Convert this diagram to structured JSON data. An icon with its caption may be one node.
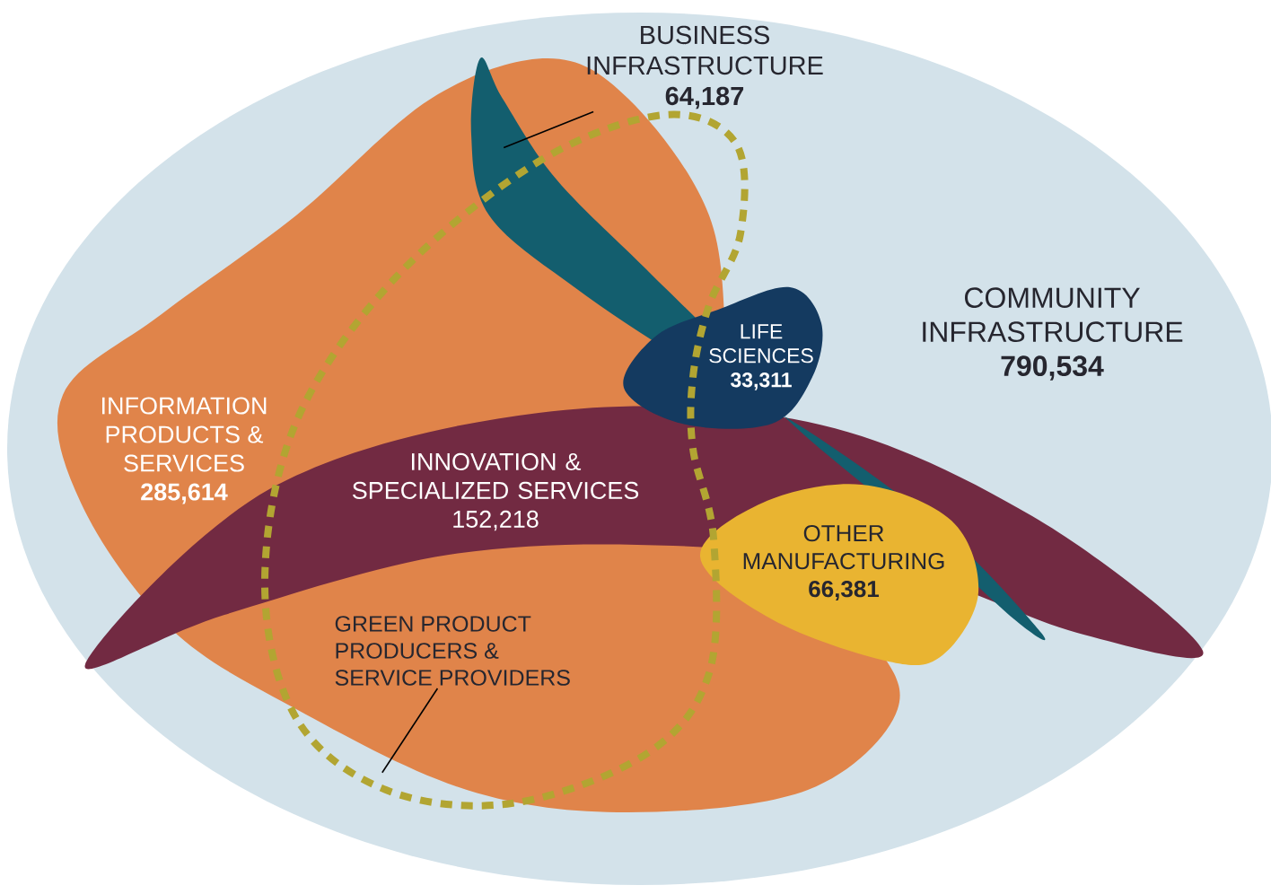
{
  "diagram": {
    "nodes": [
      {
        "text": [
          "COMMUNITY INFRASTRUCTURE",
          "790,534"
        ]
      },
      {
        "text": [
          "INFORMATION PRODUCTS & SERVICES",
          "285,614"
        ],
        "in": 0
      },
      {
        "text": [
          "BUSINESS INFRASTRUCTURE",
          "64,187"
        ],
        "in": 0
      },
      {
        "text": [],
        "shape": "band",
        "in": 0
      },
      {
        "text": [],
        "shape": "circle",
        "in": 1
      },
      {
        "text": [
          "GREEN PRODUCT PRODUCERS & SERVICE PROVIDERS"
        ],
        "in": 4
      },
      {
        "text": [
          "INNOVATION & SPECIALIZED SERVICES",
          "152,218"
        ],
        "in": 0
      },
      {
        "text": [
          "LIFE SCIENCES",
          "33,311"
        ]
      },
      {
        "text": [
          "OTHER MANUFACTURING",
          "66,381"
        ],
        "in": 0
      }
    ],
    "edges": [
      {
        "from": 2,
        "to": 3,
        "arrow": "none"
      },
      {
        "from": 5,
        "to": 4,
        "arrow": "none"
      }
    ]
  }
}
